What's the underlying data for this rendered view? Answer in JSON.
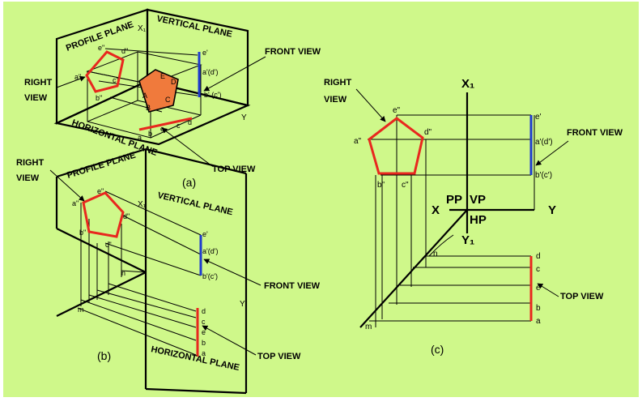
{
  "colors": {
    "background": "#cff88a",
    "edge": "#000000",
    "pentagon": "#e8281e",
    "front_view_line": "#1f3ccf",
    "pentagon_fill": "#f07a3c"
  },
  "panel_a": {
    "caption": "(a)",
    "profile_plane": "PROFILE PLANE",
    "vertical_plane": "VERTICAL PLANE",
    "horizontal_plane": "HORIZONTAL PLANE",
    "right_view": [
      "RIGHT",
      "VIEW"
    ],
    "front_view": "FRONT VIEW",
    "top_view": "TOP VIEW",
    "x1": "X₁",
    "y": "Y",
    "side_pts": {
      "e": "e\"",
      "d": "d\"",
      "a": "a\"",
      "c": "c\"",
      "b": "b\""
    },
    "fv_pts": {
      "e": "e'",
      "ad": "a'(d')",
      "bc": "b' (c')"
    },
    "solid_pts": {
      "E": "E",
      "D": "D",
      "A": "A",
      "C": "C",
      "B": "B"
    },
    "tv_pts": {
      "a": "a",
      "b": "b",
      "e": "e",
      "c": "c",
      "d": "d"
    }
  },
  "panel_b": {
    "caption": "(b)",
    "profile_plane": "PROFILE PLANE",
    "vertical_plane": "VERTICAL PLANE",
    "horizontal_plane": "HORIZONTAL PLANE",
    "right_view": [
      "RIGHT",
      "VIEW"
    ],
    "front_view": "FRONT VIEW",
    "top_view": "TOP VIEW",
    "x1": "X₁",
    "y": "Y",
    "side_pts": {
      "e": "e\"",
      "d": "d\"",
      "a": "a\"",
      "c": "c\"",
      "b": "b\""
    },
    "fv_pts": {
      "e": "e'",
      "ad": "a'(d')",
      "bc": "b'(c')"
    },
    "tv_pts": {
      "d": "d",
      "c": "c",
      "e": "e",
      "b": "b",
      "a": "a"
    },
    "m": "m",
    "n": "n"
  },
  "panel_c": {
    "caption": "(c)",
    "right_view": [
      "RIGHT",
      "VIEW"
    ],
    "front_view": "FRONT VIEW",
    "top_view": "TOP VIEW",
    "x1": "X₁",
    "y1": "Y₁",
    "x": "X",
    "y": "Y",
    "pp": "PP",
    "vp": "VP",
    "hp": "HP",
    "side_pts": {
      "e": "e\"",
      "d": "d\"",
      "a": "a\"",
      "c": "c\"",
      "b": "b\""
    },
    "fv_pts": {
      "e": "e'",
      "ad": "a'(d')",
      "bc": "b'(c')"
    },
    "tv_pts": {
      "d": "d",
      "c": "c",
      "e": "e",
      "b": "b",
      "a": "a"
    },
    "m": "m",
    "n": "n"
  }
}
